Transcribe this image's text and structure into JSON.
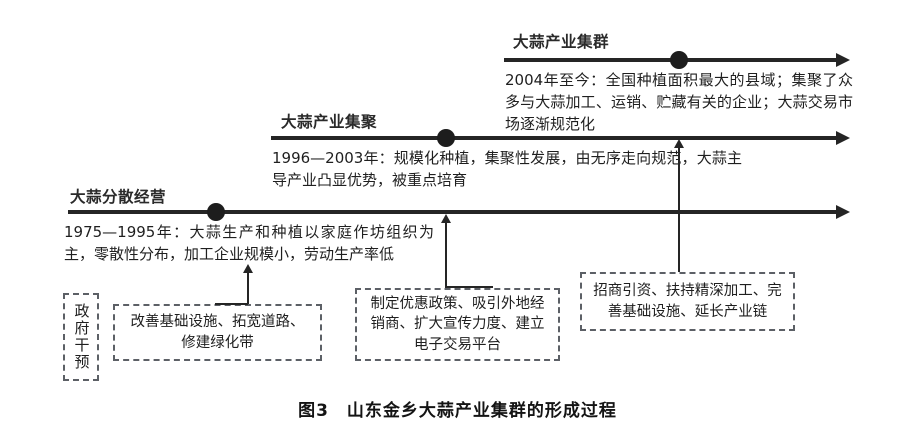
{
  "figure": {
    "caption": "图3　山东金乡大蒜产业集群的形成过程"
  },
  "stages": [
    {
      "id": "scattered-operation",
      "label": "大蒜分散经营",
      "description": "1975—1995年：大蒜生产和种植以家庭作坊组织为主，零散性分布，加工企业规模小，劳动生产率低",
      "period": "1975—1995年"
    },
    {
      "id": "industry-agglomeration",
      "label": "大蒜产业集聚",
      "description": "1996—2003年：规模化种植，集聚性发展，由无序走向规范，大蒜主导产业凸显优势，被重点培育",
      "period": "1996—2003年"
    },
    {
      "id": "industry-cluster",
      "label": "大蒜产业集群",
      "description": "2004年至今：全国种植面积最大的县域；集聚了众多与大蒜加工、运销、贮藏有关的企业；大蒜交易市场逐渐规范化",
      "period": "2004年至今"
    }
  ],
  "government": {
    "label": "政府干预",
    "measures": [
      {
        "id": "infrastructure",
        "text": "改善基础设施、拓宽道路、修建绿化带"
      },
      {
        "id": "policy-incentives",
        "text": "制定优惠政策、吸引外地经销商、扩大宣传力度、建立电子交易平台"
      },
      {
        "id": "investment-attraction",
        "text": "招商引资、扶持精深加工、完善基础设施、延长产业链"
      }
    ]
  },
  "colors": {
    "line": "#252525",
    "dash_border": "#5c6066",
    "text": "#1f1f1f",
    "background": "#ffffff"
  }
}
